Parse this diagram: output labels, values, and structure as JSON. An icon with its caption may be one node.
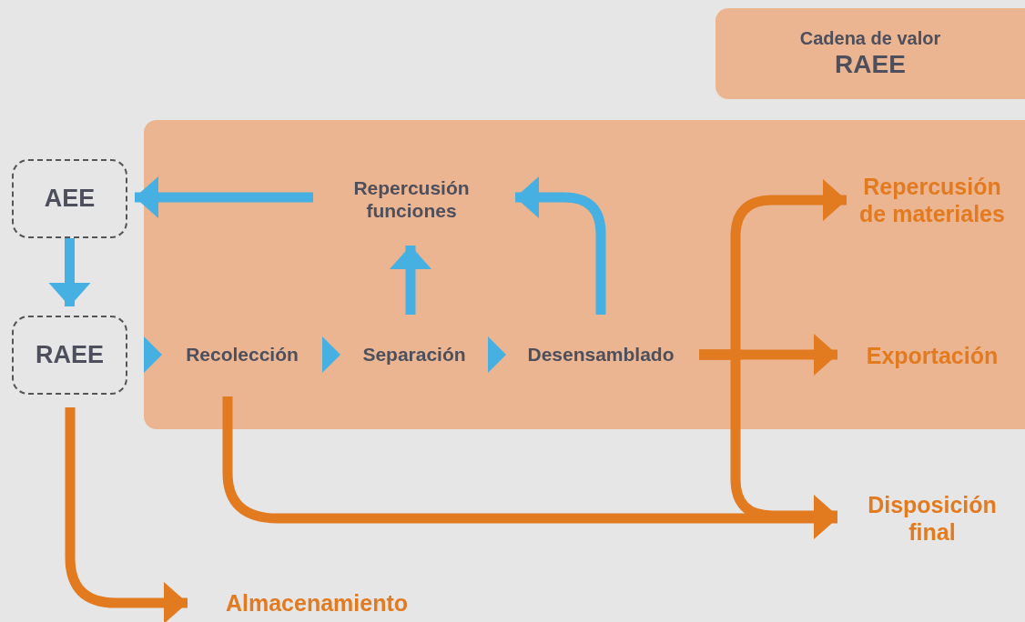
{
  "diagram": {
    "nodes": [
      {
        "text": [
          "Cadena de valor",
          "RAEE"
        ]
      },
      {
        "text": [],
        "shape": "box"
      },
      {
        "text": [
          "AEE"
        ]
      },
      {
        "text": [
          "RAEE"
        ]
      },
      {
        "text": [
          "Repercusión funciones"
        ],
        "in": 1
      },
      {
        "text": [
          "Recolección"
        ],
        "in": 1
      },
      {
        "text": [
          "Separación"
        ],
        "in": 1
      },
      {
        "text": [
          "Desensamblado"
        ],
        "in": 1
      },
      {
        "text": [
          "Repercusión de materiales"
        ],
        "in": 1
      },
      {
        "text": [
          "Exportación"
        ],
        "in": 1
      },
      {
        "text": [
          "Disposición final"
        ]
      },
      {
        "text": [
          "Almacenamiento"
        ]
      }
    ],
    "edges": [
      {
        "from": 4,
        "to": 2,
        "arrow": "to",
        "color": "#45b0e1"
      },
      {
        "from": 2,
        "to": 3,
        "arrow": "to",
        "color": "#45b0e1"
      },
      {
        "from": 3,
        "to": 5,
        "arrow": "to",
        "color": "#45b0e1"
      },
      {
        "from": 5,
        "to": 6,
        "arrow": "to",
        "color": "#45b0e1"
      },
      {
        "from": 6,
        "to": 7,
        "arrow": "to",
        "color": "#45b0e1"
      },
      {
        "from": 6,
        "to": 4,
        "arrow": "to",
        "color": "#45b0e1"
      },
      {
        "from": 7,
        "to": 4,
        "arrow": "to",
        "color": "#45b0e1"
      },
      {
        "from": 7,
        "to": 9,
        "arrow": "to",
        "color": "#e27a20"
      },
      {
        "from": 7,
        "to": 8,
        "arrow": "to",
        "color": "#e27a20"
      },
      {
        "from": 7,
        "to": 10,
        "arrow": "to",
        "color": "#e27a20"
      },
      {
        "from": 5,
        "to": 10,
        "arrow": "to",
        "color": "#e27a20"
      },
      {
        "from": 3,
        "to": 11,
        "arrow": "to",
        "color": "#e27a20"
      }
    ]
  }
}
